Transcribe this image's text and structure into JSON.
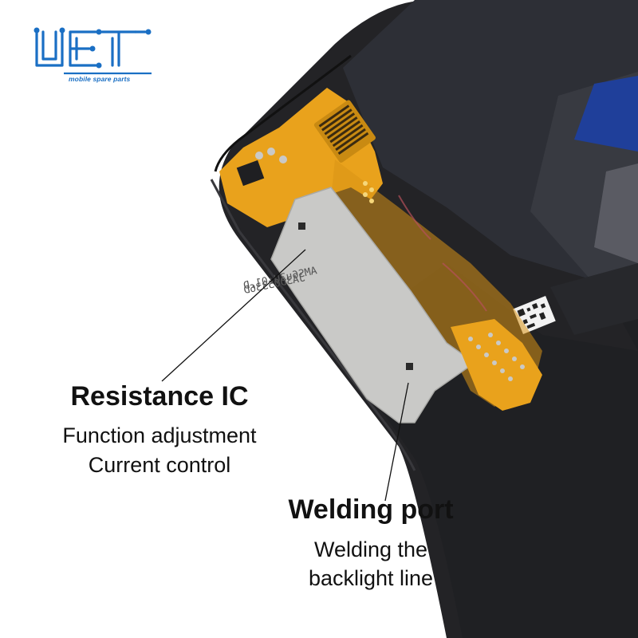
{
  "logo": {
    "mark_text": "UET",
    "tagline": "mobile spare parts",
    "color": "#1a6fc4"
  },
  "product": {
    "ic_marking_line1": "AMS6u3U:01.D",
    "ic_marking_line2": "JA3D05336D"
  },
  "callouts": [
    {
      "title": "Resistance IC",
      "lines": [
        "Function adjustment",
        "Current control"
      ]
    },
    {
      "title": "Welding port",
      "lines": [
        "Welding the",
        "backlight line"
      ]
    }
  ],
  "colors": {
    "screen_frame": "#232326",
    "panel": "#2b2d33",
    "flex_orange": "#e9a21c",
    "shield_silver": "#c9c9c7",
    "blue_tape": "#1f3f9a",
    "text": "#111111"
  }
}
